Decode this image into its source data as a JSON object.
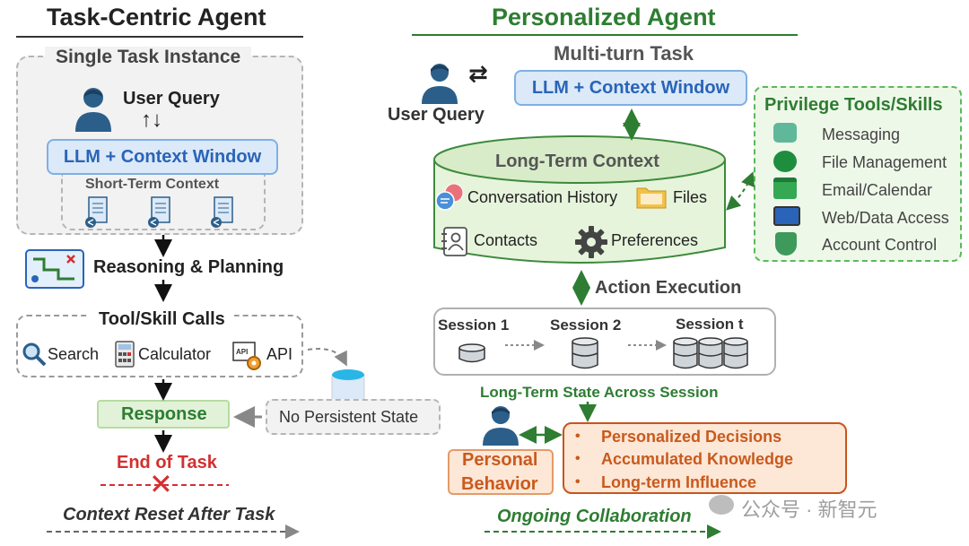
{
  "left": {
    "title": "Task-Centric Agent",
    "instance_label": "Single Task Instance",
    "user_query": "User Query",
    "llm_context": "LLM + Context Window",
    "short_term": "Short-Term Context",
    "reasoning": "Reasoning & Planning",
    "tool_calls": "Tool/Skill Calls",
    "tools": [
      "Search",
      "Calculator",
      "API"
    ],
    "no_persist": "No Persistent State",
    "response": "Response",
    "end": "End of Task",
    "footer": "Context Reset After Task"
  },
  "right": {
    "title": "Personalized Agent",
    "multi_turn": "Multi-turn Task",
    "user_query": "User Query",
    "llm_context": "LLM + Context Window",
    "long_term": "Long-Term Context",
    "items": [
      "Conversation History",
      "Files",
      "Contacts",
      "Preferences"
    ],
    "privilege_title": "Privilege Tools/Skills",
    "privileges": [
      "Messaging",
      "File Management",
      "Email/Calendar",
      "Web/Data Access",
      "Account Control"
    ],
    "action": "Action Execution",
    "sessions": [
      "Session 1",
      "Session 2",
      "Session t"
    ],
    "state_across": "Long-Term State Across Session",
    "personal": [
      "Personal",
      "Behavior"
    ],
    "outcomes": [
      "Personalized Decisions",
      "Accumulated Knowledge",
      "Long-term Influence"
    ],
    "footer": "Ongoing Collaboration"
  },
  "watermark": "公众号 · 新智元",
  "colors": {
    "blue": "#2a64b8",
    "green": "#2e7d32",
    "red": "#d32f2f",
    "orange": "#c85a1e"
  }
}
